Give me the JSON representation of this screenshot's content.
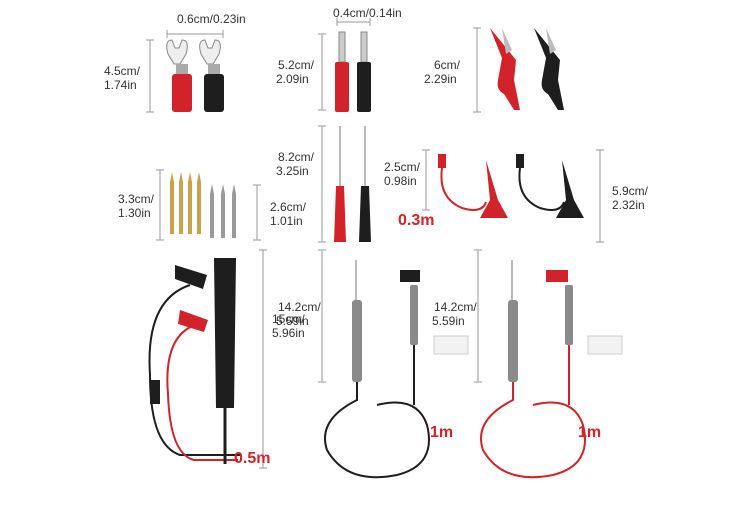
{
  "measurements": {
    "spade_width": "0.6cm/0.23in",
    "spade_height_cm": "4.5cm/",
    "spade_height_in": "1.74in",
    "banana_width": "0.4cm/0.14in",
    "banana_height_cm": "5.2cm/",
    "banana_height_in": "2.09in",
    "alligator_height_cm": "6cm/",
    "alligator_height_in": "2.29in",
    "pins_height_cm": "3.3cm/",
    "pins_height_in": "1.30in",
    "needles_height_cm": "2.6cm/",
    "needles_height_in": "1.01in",
    "piercing_height_cm": "8.2cm/",
    "piercing_height_in": "3.25in",
    "hook_width_cm": "2.5cm/",
    "hook_width_in": "0.98in",
    "hook_clip_height_cm": "5.9cm/",
    "hook_clip_height_in": "2.32in",
    "tweezer_height_cm": "15cm/",
    "tweezer_height_in": "5.96in",
    "probe_black_height_cm": "14.2cm/",
    "probe_black_height_in": "5.59in",
    "probe_red_height_cm": "14.2cm/",
    "probe_red_height_in": "5.59in"
  },
  "cable_lengths": {
    "hook_clip": "0.3m",
    "tweezer": "0.5m",
    "probe_black": "1m",
    "probe_red": "1m"
  },
  "colors": {
    "red": "#d3232a",
    "black": "#1e1e1e",
    "gray": "#8a8a8a",
    "gold": "#c9a34a"
  }
}
